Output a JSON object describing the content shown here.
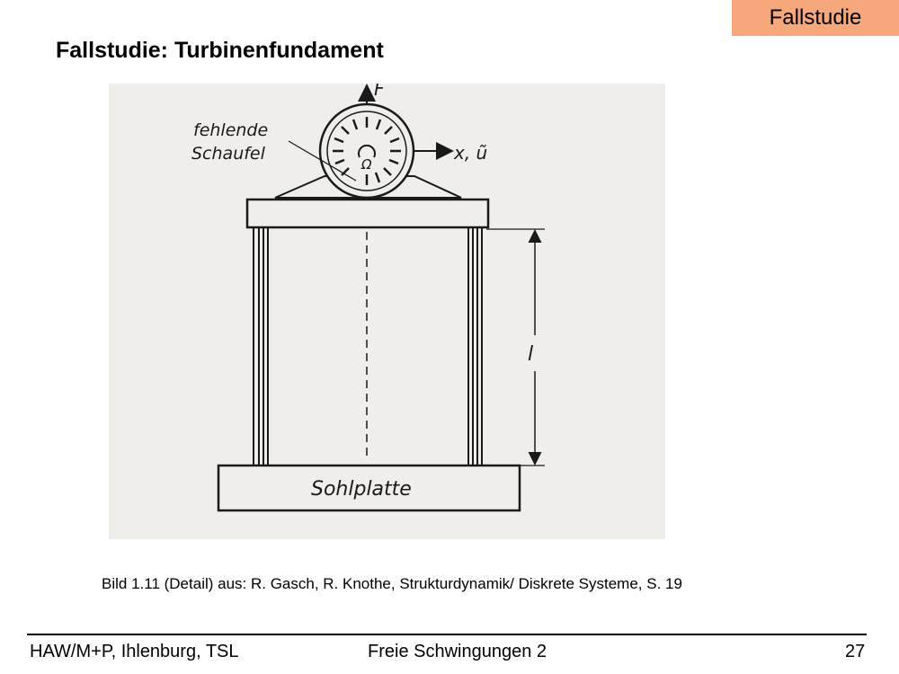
{
  "badge": "Fallstudie",
  "title": "Fallstudie: Turbinenfundament",
  "figure": {
    "label_force": "F",
    "label_missing_blade_line1": "fehlende",
    "label_missing_blade_line2": "Schaufel",
    "label_direction": "x, ũ",
    "label_rotation": "Ω",
    "label_length": "l",
    "label_base_plate": "Sohlplatte"
  },
  "caption": "Bild 1.11 (Detail) aus: R. Gasch, R. Knothe, Strukturdynamik/ Diskrete Systeme, S. 19",
  "footer": {
    "left": "HAW/M+P, Ihlenburg, TSL",
    "center": "Freie Schwingungen 2",
    "page": "27"
  },
  "colors": {
    "badge_bg": "#f6a77b",
    "figure_bg": "#efeeea",
    "ink": "#1a1a1a"
  }
}
